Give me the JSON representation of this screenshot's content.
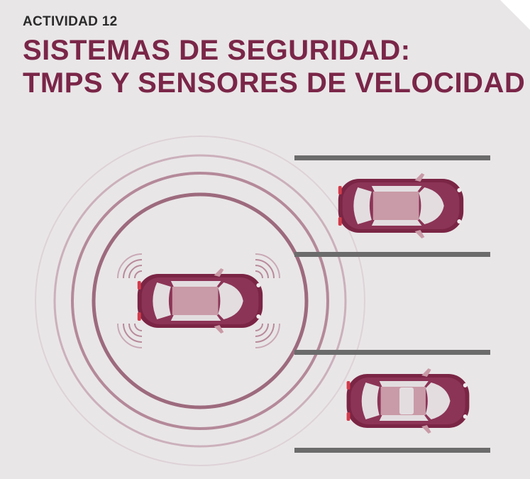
{
  "header": {
    "kicker": "ACTIVIDAD 12",
    "title_line1": "SISTEMAS DE SEGURIDAD:",
    "title_line2": "TMPS Y SENSORES DE VELOCIDAD"
  },
  "colors": {
    "background": "#e9e6e7",
    "title": "#7a2648",
    "car_body": "#7b2545",
    "car_roof": "#c99aa7",
    "car_glass": "#e3dde0",
    "ring_dark": "#9d6a7d",
    "ring_light": "#cbb0bb",
    "lane_line": "#6b6b6b"
  },
  "icons": {
    "main_car": "car-top-view-icon",
    "parked_car_top": "car-top-view-icon",
    "parked_car_bottom": "car-top-view-icon",
    "sensor_waves": "sensor-waves-icon"
  }
}
